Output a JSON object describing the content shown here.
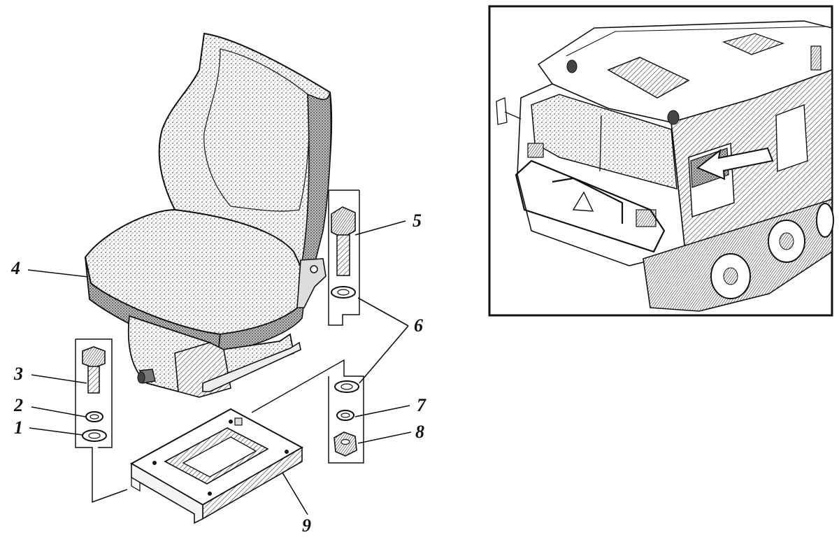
{
  "callouts": {
    "c1": "1",
    "c2": "2",
    "c3": "3",
    "c4": "4",
    "c5": "5",
    "c6": "6",
    "c7": "7",
    "c8": "8",
    "c9": "9"
  },
  "icons": {
    "seat": "seat-illustration",
    "vehicle": "tracked-vehicle-illustration",
    "arrow": "location-arrow-icon"
  },
  "colors": {
    "ink": "#111111",
    "paper": "#ffffff",
    "stipple": "#9a9a9a"
  }
}
